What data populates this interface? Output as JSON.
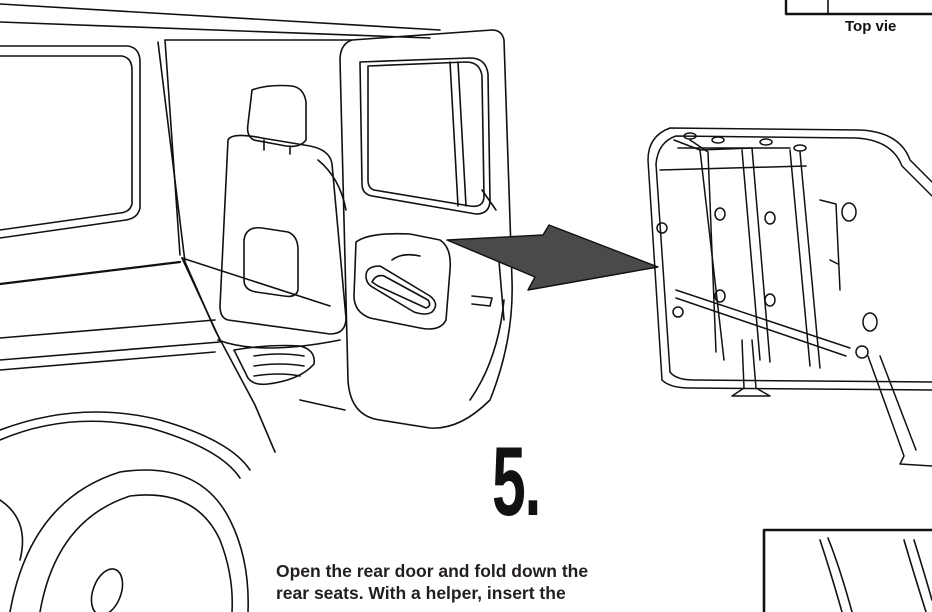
{
  "step": {
    "number": "5."
  },
  "inset_top": {
    "caption": "Top vie"
  },
  "instructions": {
    "lines": [
      "Open the rear door and fold down the",
      "rear seats. With a helper, insert the"
    ]
  },
  "illustrations": {
    "vehicle": "vehicle-rear-door-open-illustration",
    "carrier": "folded-rack-carrier-illustration",
    "arrow": "insert-direction-arrow",
    "inset_bottom": "bottom-inset-detail-illustration"
  },
  "colors": {
    "ink": "#111111",
    "arrow_fill": "#4a4a4a",
    "text": "#231f20"
  }
}
